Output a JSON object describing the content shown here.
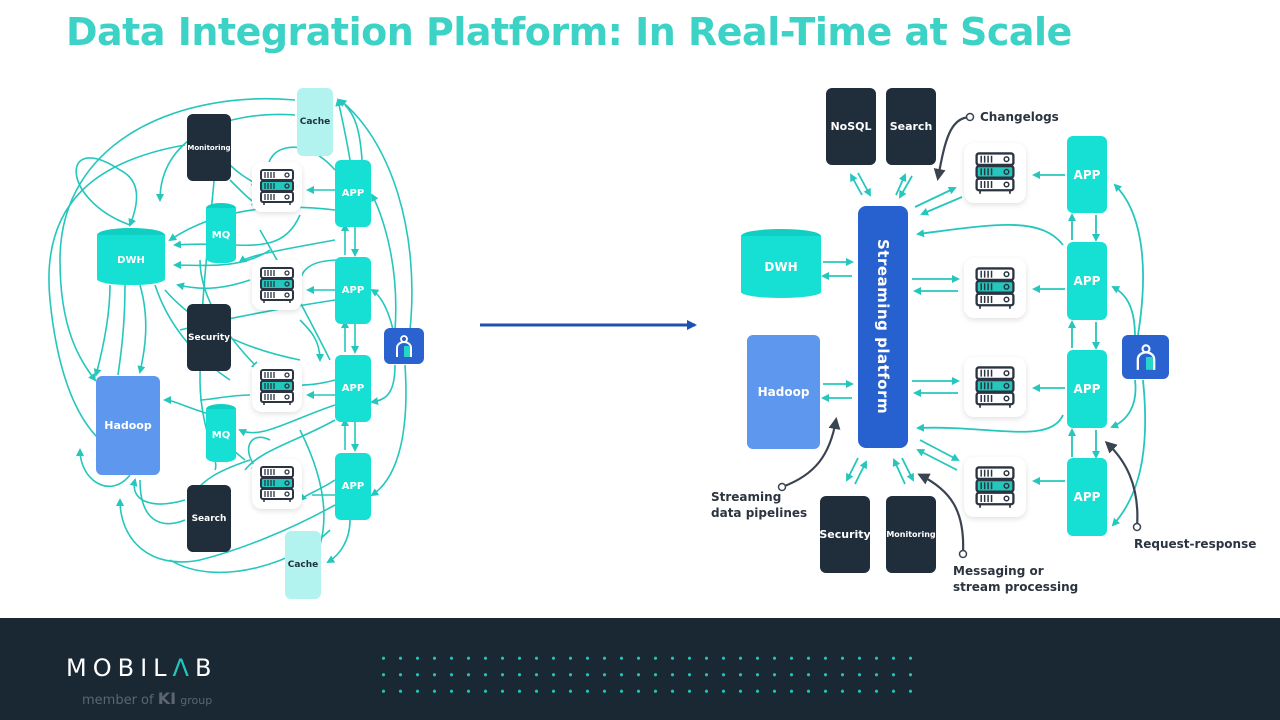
{
  "title": "Data Integration Platform: In Real-Time at Scale",
  "colors": {
    "title": "#3cd2c6",
    "teal": "#16e0d3",
    "dark_node": "#202d3b",
    "light_teal": "#b3f3ef",
    "hadoop_blue": "#5e97ee",
    "streaming_blue": "#2761cf",
    "arrow_teal": "#25c7bd",
    "transition_arrow": "#1f4fb3",
    "footer_bg": "#1a2834"
  },
  "left_diagram": {
    "description": "Point-to-point integration (before)",
    "nodes": {
      "cache_top": "Cache",
      "monitoring": "Monitoring",
      "mq_top": "MQ",
      "dwh": "DWH",
      "security": "Security",
      "hadoop": "Hadoop",
      "mq_bottom": "MQ",
      "search": "Search",
      "cache_bottom": "Cache",
      "app_1": "APP",
      "app_2": "APP",
      "app_3": "APP",
      "app_4": "APP"
    },
    "server_count": 4
  },
  "right_diagram": {
    "description": "Streaming platform integration (after)",
    "streaming_platform": "Streaming platform",
    "nodes": {
      "nosql": "NoSQL",
      "search": "Search",
      "dwh": "DWH",
      "hadoop": "Hadoop",
      "security": "Security",
      "monitoring": "Monitoring",
      "app_1": "APP",
      "app_2": "APP",
      "app_3": "APP",
      "app_4": "APP"
    },
    "server_count": 4,
    "annotations": {
      "changelogs": "Changelogs",
      "pipelines_line1": "Streaming",
      "pipelines_line2": "data pipelines",
      "messaging_line1": "Messaging or",
      "messaging_line2": "stream processing",
      "request_response": "Request-response"
    }
  },
  "footer": {
    "logo_part1": "MOBIL",
    "logo_accent": "Λ",
    "logo_part2": "B",
    "member_prefix": "member of",
    "member_brand": "KI",
    "member_suffix": "group"
  }
}
